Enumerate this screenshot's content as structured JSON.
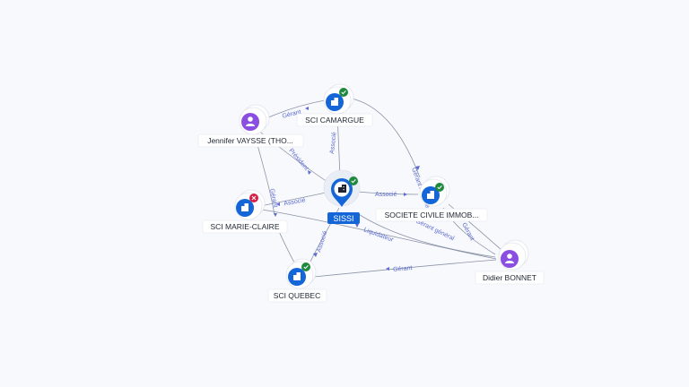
{
  "colors": {
    "company": "#1466d8",
    "person": "#8a4fe0",
    "active_badge": "#1f8a3e",
    "closed_badge": "#d61f45",
    "edge": "#8a93a8",
    "edge_label": "#5b6ad0",
    "center_pin": "#1466d8"
  },
  "nodes": {
    "center": {
      "label": "SISSI",
      "icon": "building-icon",
      "badge": "check-icon"
    },
    "sci_camargue": {
      "label": "SCI CAMARGUE",
      "icon": "building-icon",
      "badge": "check-icon"
    },
    "jennifer": {
      "label": "Jennifer VAYSSE (THO...",
      "icon": "person-icon"
    },
    "sci_marie_claire": {
      "label": "SCI MARIE-CLAIRE",
      "icon": "building-icon",
      "badge": "cross-icon"
    },
    "societe_civile": {
      "label": "SOCIETE CIVILE IMMOB...",
      "icon": "building-icon",
      "badge": "check-icon"
    },
    "sci_quebec": {
      "label": "SCI QUEBEC",
      "icon": "building-icon",
      "badge": "check-icon"
    },
    "didier": {
      "label": "Didier BONNET",
      "icon": "person-icon"
    }
  },
  "edges": {
    "jennifer_camargue": "Gérant",
    "center_camargue": "Associé",
    "jennifer_center": "Président",
    "center_marieclaire": "Associé",
    "jennifer_marieclaire": "Gérant",
    "center_societe": "Associé",
    "camargue_societe": "Gérant Associé",
    "center_quebec": "Associé",
    "didier_center": "Liquidateur",
    "didier_societe_ag": "Gérant général",
    "didier_societe_g": "Gérant",
    "didier_quebec": "Gérant"
  }
}
